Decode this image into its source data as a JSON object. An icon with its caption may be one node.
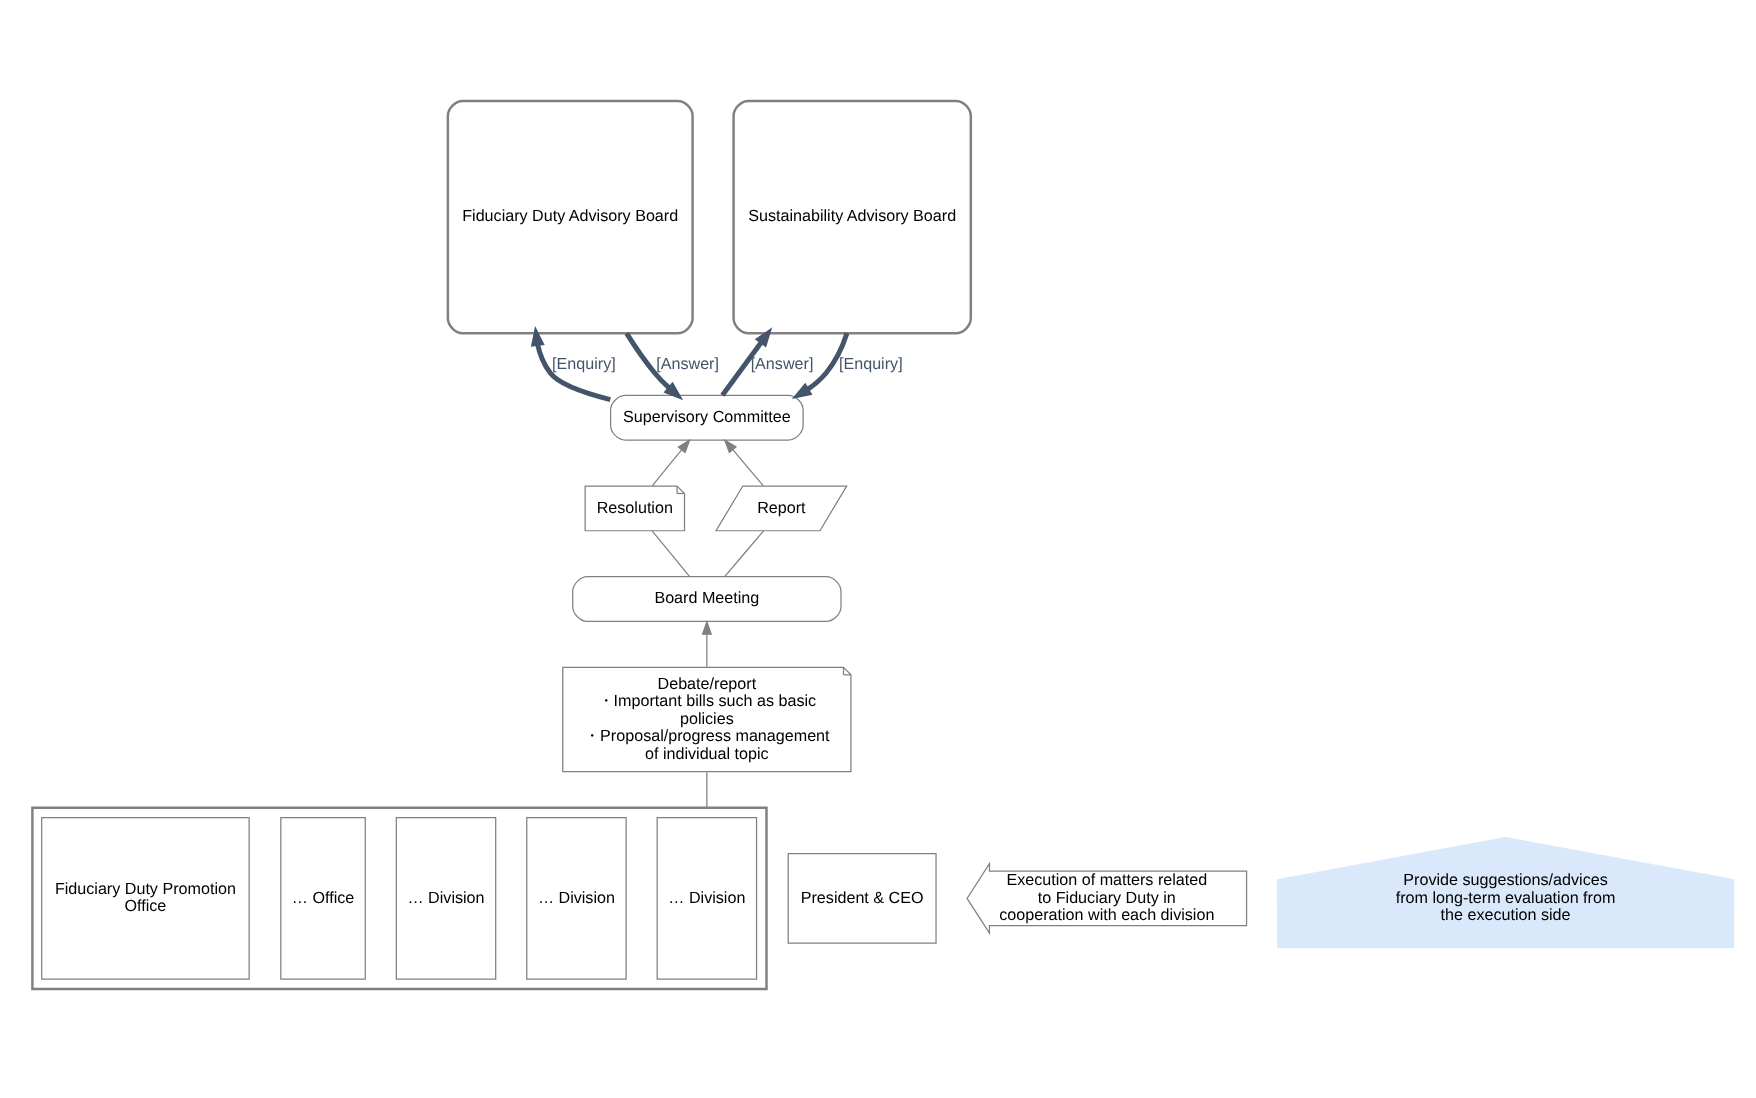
{
  "diagram": {
    "nodes": [
      {
        "text": [
          "Supervisory Committee"
        ]
      },
      {
        "text": [
          "Fiduciary Duty Advisory Board"
        ]
      },
      {
        "text": [
          "Sustainability Advisory Board"
        ]
      },
      {
        "text": [
          "President & CEO"
        ]
      },
      {
        "text": [
          "Resolution"
        ]
      },
      {
        "text": [
          "Report"
        ]
      },
      {
        "text": [
          "Board Meeting"
        ]
      },
      {
        "text": [],
        "shape": "box"
      },
      {
        "text": [
          "… Division"
        ],
        "in": 7
      },
      {
        "text": [
          "… Division"
        ],
        "in": 7
      },
      {
        "text": [
          "… Division"
        ],
        "in": 7
      },
      {
        "text": [
          "… Office"
        ],
        "in": 7
      },
      {
        "text": [
          "Fiduciary Duty Promotion Office"
        ],
        "in": 7
      },
      {
        "text": [
          "Execution of matters related to Fiduciary Duty in cooperation with each division"
        ]
      },
      {
        "text": [
          "Provide suggestions/advices from long-term evaluation from the execution side"
        ]
      },
      {
        "text": [
          "Debate/report",
          "・Important bills such as basic policies",
          "・Proposal/progress management of individual topic"
        ]
      }
    ],
    "edges": [
      {
        "from": 0,
        "to": 1,
        "arrow": "to",
        "label": "[Enquiry]",
        "style": "thick",
        "color": "#44546a"
      },
      {
        "from": 1,
        "to": 0,
        "arrow": "to",
        "label": "[Answer]",
        "style": "thick",
        "color": "#44546a"
      },
      {
        "from": 2,
        "to": 0,
        "arrow": "to",
        "label": "[Enquiry]",
        "style": "thick",
        "color": "#44546a"
      },
      {
        "from": 0,
        "to": 2,
        "arrow": "to",
        "label": "[Answer]",
        "style": "thick",
        "color": "#44546a"
      },
      {
        "from": 6,
        "to": 4,
        "arrow": "none"
      },
      {
        "from": 4,
        "to": 0,
        "arrow": "to"
      },
      {
        "from": 6,
        "to": 5,
        "arrow": "none"
      },
      {
        "from": 5,
        "to": 0,
        "arrow": "to"
      },
      {
        "from": 15,
        "to": 6,
        "arrow": "to"
      },
      {
        "from": 7,
        "to": 15,
        "arrow": "none"
      }
    ]
  }
}
